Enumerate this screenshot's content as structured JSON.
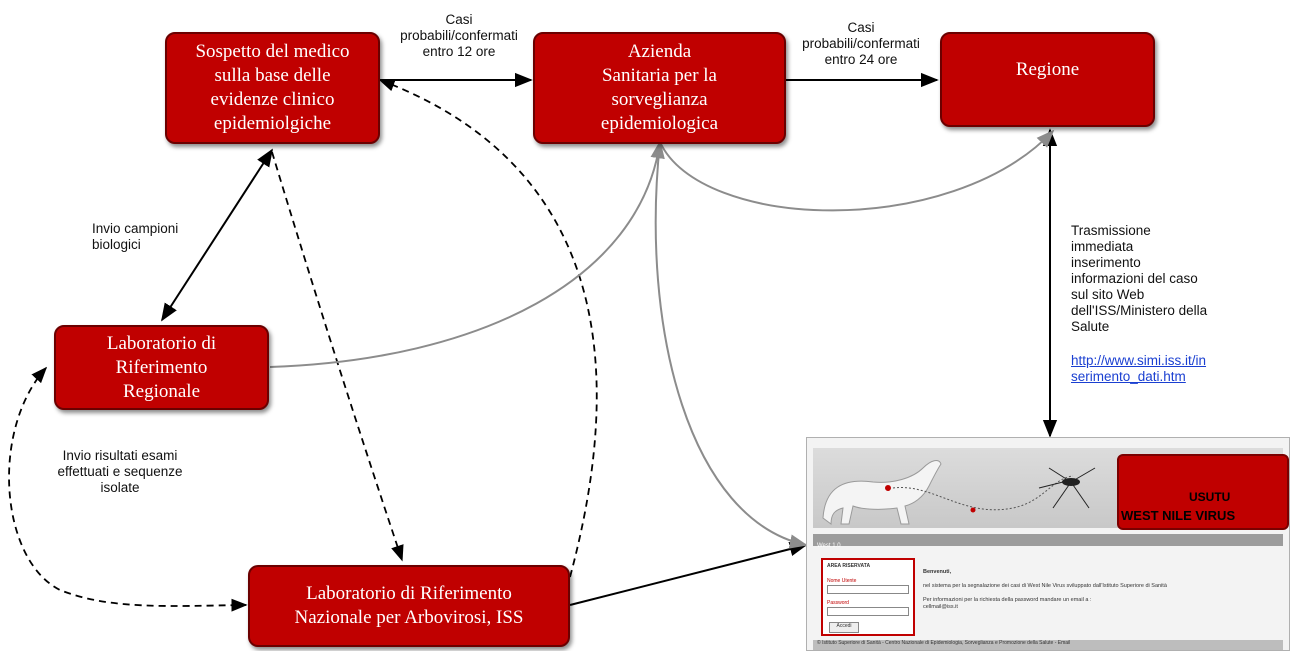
{
  "boxes": {
    "medico": "Sospetto del medico\nsulla base delle\nevidenze clinico\nepidemiolgiche",
    "azienda": "Azienda\nSanitaria per la\nsorveglianza\nepidemiologica",
    "regione": "Regione",
    "lab_regionale": "Laboratorio di\nRiferimento\nRegionale",
    "lab_nazionale": "Laboratorio di Riferimento\nNazionale per Arbovirosi, ISS"
  },
  "labels": {
    "casi_12": "Casi\nprobabili/confermati\nentro 12 ore",
    "casi_24": "Casi\nprobabili/confermati\nentro 24 ore",
    "invio_campioni": "Invio  campioni\nbiologici",
    "invio_risultati": "Invio  risultati esami\neffettuati e sequenze\nisolate",
    "trasmissione": "Trasmissione\nimmediata\ninserimento\ninformazioni del caso\nsul sito Web\ndell'ISS/Ministero della\nSalute",
    "link": "http://www.simi.iss.it/in\nserimento_dati.htm"
  },
  "website": {
    "usutu": "USUTU",
    "wnv": "WEST NILE VIRUS",
    "bar": "West 1.0",
    "area_title": "AREA RISERVATA",
    "username_label": "Nome Utente",
    "password_label": "Password",
    "login_button": "Accedi",
    "welcome": "Benvenuti,",
    "welcome_text": "nel sistema per la segnalazione dei casi di West Nile Virus sviluppato dall'Istituto Superiore di Sanità\n\nPer informazioni per la richiesta della password mandare un email a :\ncellmail@iss.it",
    "footer": "© Istituto Superiore di Sanità - Centro Nazionale di Epidemiologia, Sorveglianza e Promozione della Salute - Email"
  },
  "colors": {
    "box_fill": "#c00000",
    "arrow_black": "#000000",
    "arrow_gray": "#8c8c8c",
    "link": "#1a3fd1"
  }
}
